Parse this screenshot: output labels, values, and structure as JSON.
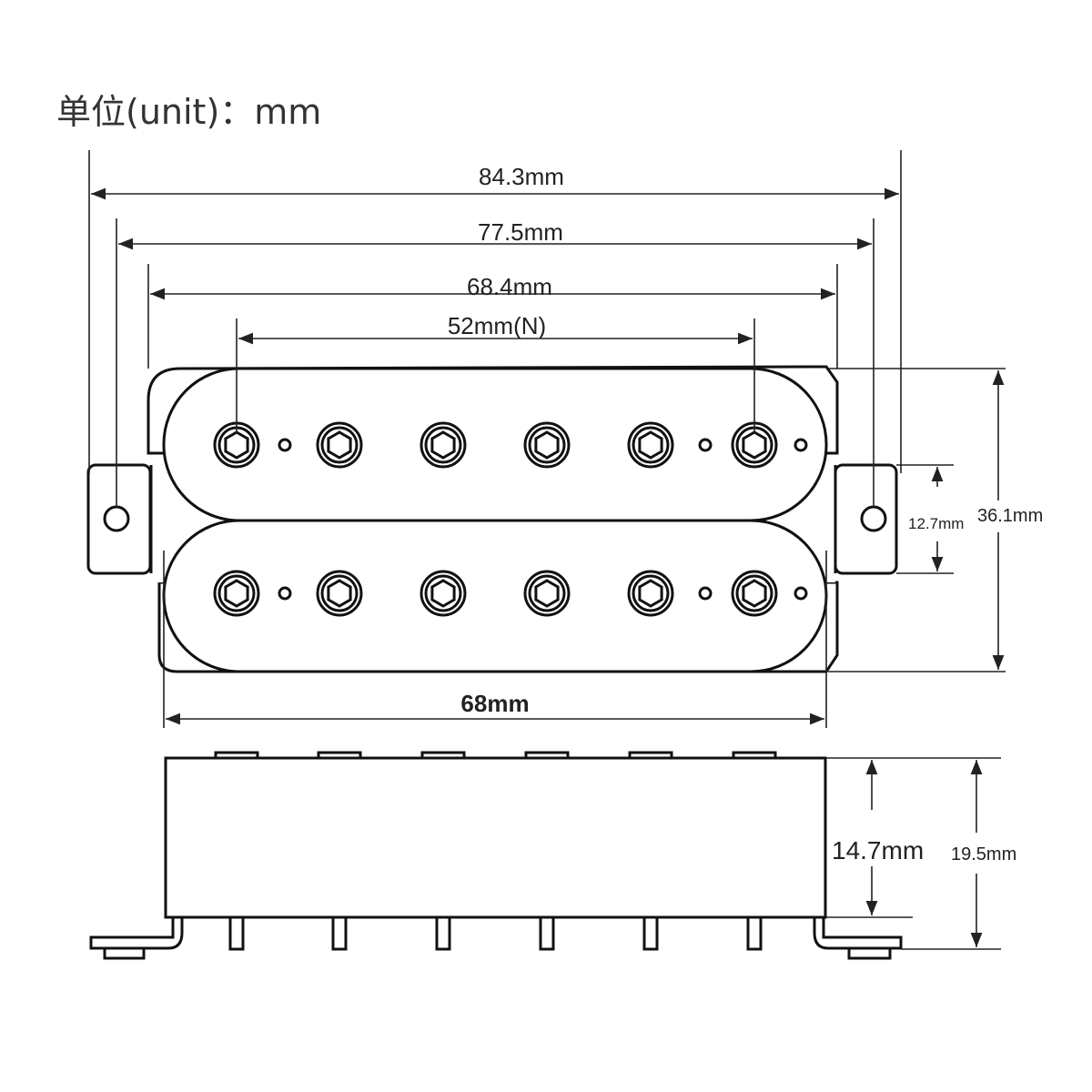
{
  "title": "单位(unit)：mm",
  "dimensions": {
    "overall_width": "84.3mm",
    "mount_hole_spacing": "77.5mm",
    "baseplate_width": "68.4mm",
    "pole_spacing_neck": "52mm(N)",
    "cover_length": "68mm",
    "tab_height": "12.7mm",
    "overall_depth": "36.1mm",
    "body_height": "14.7mm",
    "total_height": "19.5mm"
  },
  "colors": {
    "line": "#111111",
    "text": "#222222"
  }
}
